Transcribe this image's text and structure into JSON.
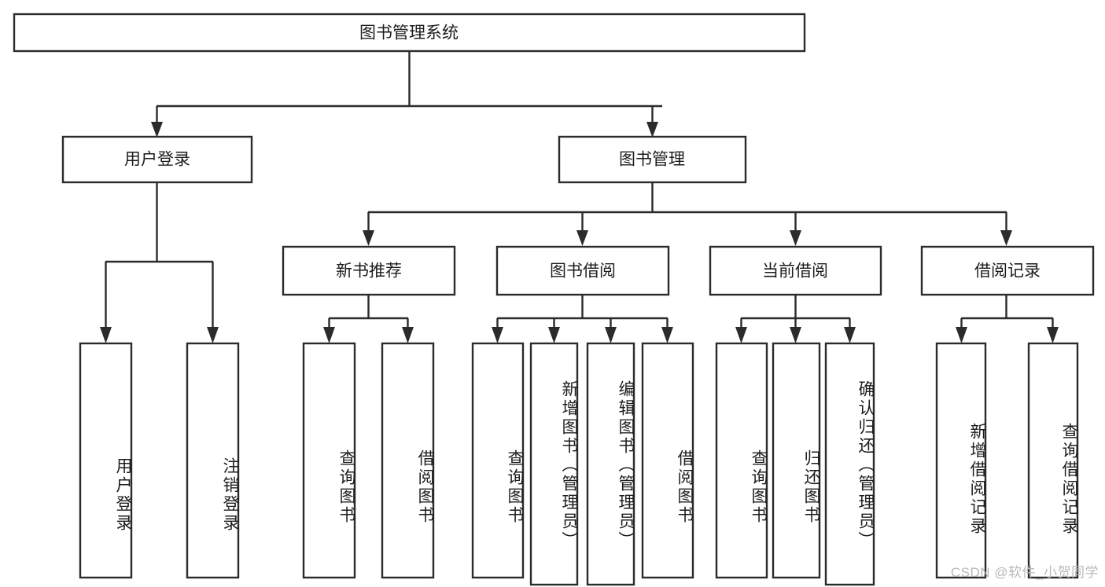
{
  "diagram": {
    "title": "图书管理系统",
    "type": "tree",
    "orientation": "top-down",
    "colors": {
      "box_stroke": "#2b2b2b",
      "box_fill": "#ffffff",
      "text": "#1d1d1d",
      "background": "#ffffff",
      "watermark": "#b9b9b9"
    },
    "root": {
      "label": "图书管理系统",
      "orientation": "horizontal"
    },
    "level2": [
      {
        "label": "用户登录",
        "orientation": "horizontal"
      },
      {
        "label": "图书管理",
        "orientation": "horizontal"
      }
    ],
    "level3": [
      {
        "label": "新书推荐",
        "orientation": "horizontal"
      },
      {
        "label": "图书借阅",
        "orientation": "horizontal"
      },
      {
        "label": "当前借阅",
        "orientation": "horizontal"
      },
      {
        "label": "借阅记录",
        "orientation": "horizontal"
      }
    ],
    "leaves": [
      {
        "label": "用户登录",
        "parent": "用户登录",
        "orientation": "vertical"
      },
      {
        "label": "注销登录",
        "parent": "用户登录",
        "orientation": "vertical"
      },
      {
        "label": "查询图书",
        "parent": "新书推荐",
        "orientation": "vertical"
      },
      {
        "label": "借阅图书",
        "parent": "新书推荐",
        "orientation": "vertical"
      },
      {
        "label": "查询图书",
        "parent": "图书借阅",
        "orientation": "vertical"
      },
      {
        "label": "新增图书（管理员）",
        "parent": "图书借阅",
        "orientation": "vertical"
      },
      {
        "label": "编辑图书（管理员）",
        "parent": "图书借阅",
        "orientation": "vertical"
      },
      {
        "label": "借阅图书",
        "parent": "图书借阅",
        "orientation": "vertical"
      },
      {
        "label": "查询图书",
        "parent": "当前借阅",
        "orientation": "vertical"
      },
      {
        "label": "归还图书",
        "parent": "当前借阅",
        "orientation": "vertical"
      },
      {
        "label": "确认归还（管理员）",
        "parent": "当前借阅",
        "orientation": "vertical"
      },
      {
        "label": "新增借阅记录",
        "parent": "借阅记录",
        "orientation": "vertical"
      },
      {
        "label": "查询借阅记录",
        "parent": "借阅记录",
        "orientation": "vertical"
      }
    ],
    "watermark": "CSDN @软件_小贺同学"
  }
}
